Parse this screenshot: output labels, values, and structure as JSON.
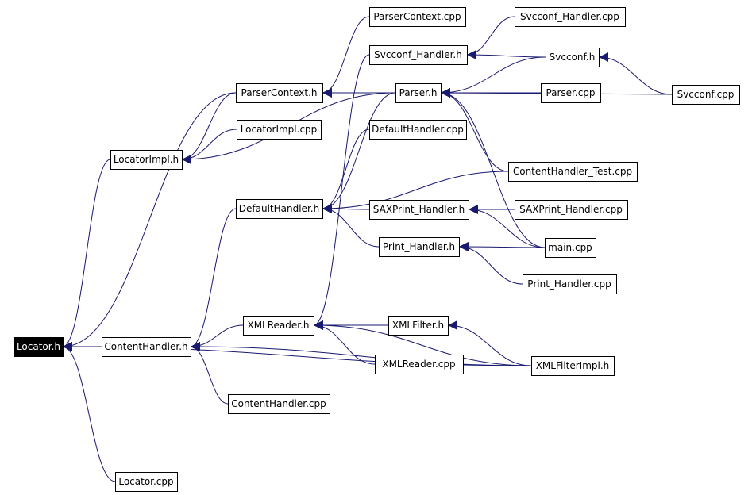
{
  "diagram": {
    "nodes": [
      {
        "id": "locator_h",
        "label": "Locator.h",
        "root": true
      },
      {
        "id": "contenthandler_h",
        "label": "ContentHandler.h"
      },
      {
        "id": "locator_cpp",
        "label": "Locator.cpp"
      },
      {
        "id": "locatorimpl_h",
        "label": "LocatorImpl.h"
      },
      {
        "id": "locatorimpl_cpp",
        "label": "LocatorImpl.cpp"
      },
      {
        "id": "parsercontext_h",
        "label": "ParserContext.h"
      },
      {
        "id": "parsercontext_cpp",
        "label": "ParserContext.cpp"
      },
      {
        "id": "svcconf_handler_h",
        "label": "Svcconf_Handler.h"
      },
      {
        "id": "svcconf_handler_cpp",
        "label": "Svcconf_Handler.cpp"
      },
      {
        "id": "parser_h",
        "label": "Parser.h"
      },
      {
        "id": "svcconf_h",
        "label": "Svcconf.h"
      },
      {
        "id": "parser_cpp",
        "label": "Parser.cpp"
      },
      {
        "id": "svcconf_cpp",
        "label": "Svcconf.cpp"
      },
      {
        "id": "defaulthandler_cpp",
        "label": "DefaultHandler.cpp"
      },
      {
        "id": "defaulthandler_h",
        "label": "DefaultHandler.h"
      },
      {
        "id": "contenthandler_test_cpp",
        "label": "ContentHandler_Test.cpp"
      },
      {
        "id": "saxprint_handler_h",
        "label": "SAXPrint_Handler.h"
      },
      {
        "id": "saxprint_handler_cpp",
        "label": "SAXPrint_Handler.cpp"
      },
      {
        "id": "print_handler_h",
        "label": "Print_Handler.h"
      },
      {
        "id": "main_cpp",
        "label": "main.cpp"
      },
      {
        "id": "print_handler_cpp",
        "label": "Print_Handler.cpp"
      },
      {
        "id": "xmlreader_h",
        "label": "XMLReader.h"
      },
      {
        "id": "xmlfilter_h",
        "label": "XMLFilter.h"
      },
      {
        "id": "xmlfilterimpl_h",
        "label": "XMLFilterImpl.h"
      },
      {
        "id": "xmlreader_cpp",
        "label": "XMLReader.cpp"
      },
      {
        "id": "contenthandler_cpp",
        "label": "ContentHandler.cpp"
      }
    ],
    "edges": [
      {
        "from": "contenthandler_h",
        "to": "locator_h"
      },
      {
        "from": "locator_cpp",
        "to": "locator_h"
      },
      {
        "from": "locatorimpl_h",
        "to": "locator_h"
      },
      {
        "from": "parsercontext_h",
        "to": "locator_h"
      },
      {
        "from": "xmlfilterimpl_h",
        "to": "locator_h"
      },
      {
        "from": "locatorimpl_cpp",
        "to": "locatorimpl_h"
      },
      {
        "from": "parsercontext_h",
        "to": "locatorimpl_h"
      },
      {
        "from": "parser_h",
        "to": "locatorimpl_h"
      },
      {
        "from": "parsercontext_cpp",
        "to": "parsercontext_h"
      },
      {
        "from": "parser_h",
        "to": "parsercontext_h"
      },
      {
        "from": "svcconf_handler_cpp",
        "to": "svcconf_handler_h"
      },
      {
        "from": "svcconf_h",
        "to": "svcconf_handler_h"
      },
      {
        "from": "svcconf_h",
        "to": "parser_h"
      },
      {
        "from": "parser_cpp",
        "to": "parser_h"
      },
      {
        "from": "svcconf_cpp",
        "to": "parser_h"
      },
      {
        "from": "contenthandler_test_cpp",
        "to": "parser_h"
      },
      {
        "from": "main_cpp",
        "to": "parser_h"
      },
      {
        "from": "svcconf_cpp",
        "to": "svcconf_h"
      },
      {
        "from": "parser_h",
        "to": "defaulthandler_h"
      },
      {
        "from": "defaulthandler_cpp",
        "to": "defaulthandler_h"
      },
      {
        "from": "contenthandler_test_cpp",
        "to": "defaulthandler_h"
      },
      {
        "from": "saxprint_handler_h",
        "to": "defaulthandler_h"
      },
      {
        "from": "print_handler_h",
        "to": "defaulthandler_h"
      },
      {
        "from": "saxprint_handler_cpp",
        "to": "saxprint_handler_h"
      },
      {
        "from": "main_cpp",
        "to": "saxprint_handler_h"
      },
      {
        "from": "main_cpp",
        "to": "print_handler_h"
      },
      {
        "from": "print_handler_cpp",
        "to": "print_handler_h"
      },
      {
        "from": "defaulthandler_h",
        "to": "contenthandler_h"
      },
      {
        "from": "xmlreader_h",
        "to": "contenthandler_h"
      },
      {
        "from": "contenthandler_cpp",
        "to": "contenthandler_h"
      },
      {
        "from": "xmlfilterimpl_h",
        "to": "contenthandler_h"
      },
      {
        "from": "svcconf_handler_h",
        "to": "xmlreader_h"
      },
      {
        "from": "xmlfilter_h",
        "to": "xmlreader_h"
      },
      {
        "from": "xmlreader_cpp",
        "to": "xmlreader_h"
      },
      {
        "from": "xmlfilterimpl_h",
        "to": "xmlreader_h"
      },
      {
        "from": "xmlfilterimpl_h",
        "to": "xmlfilter_h"
      }
    ]
  }
}
